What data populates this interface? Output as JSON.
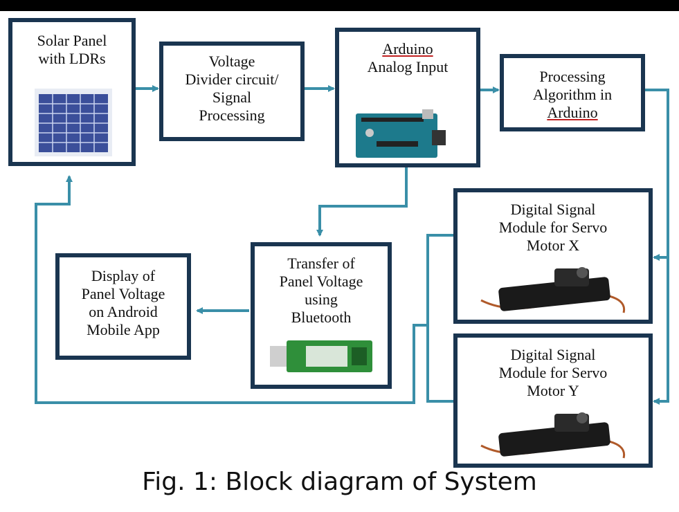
{
  "blocks": {
    "solar": [
      "Solar Panel",
      "with LDRs"
    ],
    "divider": [
      "Voltage",
      "Divider circuit/",
      "Signal",
      "Processing"
    ],
    "arduino": [
      "Arduino",
      "Analog Input"
    ],
    "algorithm": [
      "Processing",
      "Algorithm in",
      "Arduino"
    ],
    "servo_x": [
      "Digital Signal",
      "Module for Servo",
      "Motor X"
    ],
    "servo_y": [
      "Digital Signal",
      "Module for Servo",
      "Motor Y"
    ],
    "bluetooth": [
      "Transfer of",
      "Panel Voltage",
      "using",
      "Bluetooth"
    ],
    "display": [
      "Display of",
      "Panel Voltage",
      "on Android",
      "Mobile App"
    ]
  },
  "caption": "Fig. 1: Block diagram of System",
  "colors": {
    "border": "#1a3550",
    "arrow": "#3a8fa8",
    "topbar": "#000000"
  },
  "icons": [
    "solar-panel-image",
    "arduino-board-image",
    "servo-motor-image",
    "bluetooth-module-image"
  ]
}
